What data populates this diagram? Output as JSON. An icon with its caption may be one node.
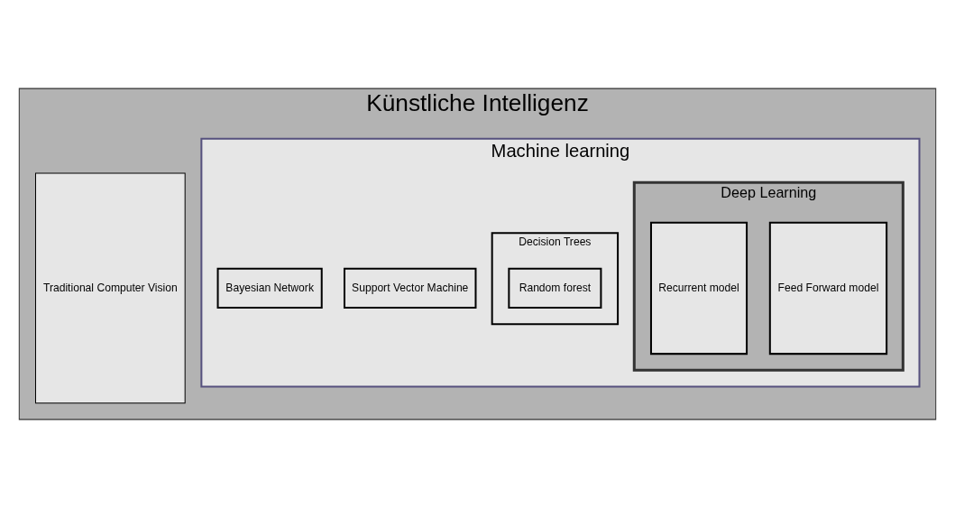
{
  "diagram": {
    "nodes": [
      {
        "text": [
          "Künstliche Intelligenz"
        ]
      },
      {
        "text": [
          "Machine learning"
        ],
        "in": 0
      },
      {
        "text": [
          "Deep Learning"
        ],
        "in": 1
      },
      {
        "text": [
          "Feed Forward model"
        ],
        "in": 2
      },
      {
        "text": [
          "Recurrent model"
        ],
        "in": 2
      },
      {
        "text": [
          "Decision Trees"
        ],
        "in": 1
      },
      {
        "text": [
          "Random forest"
        ],
        "in": 5
      },
      {
        "text": [
          "Support Vector Machine"
        ],
        "in": 1
      },
      {
        "text": [
          "Bayesian Network"
        ],
        "in": 1
      },
      {
        "text": [
          "Traditional Computer Vision"
        ],
        "in": 0
      }
    ]
  }
}
